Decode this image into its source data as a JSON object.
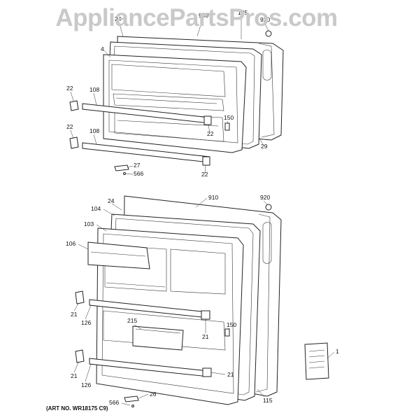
{
  "watermark": "AppliancePartsPros.com",
  "art_no": "(ART NO. WR18175 C9)",
  "callouts": {
    "top": {
      "c900": "900",
      "c125": "125",
      "c920": "920",
      "c24": "24",
      "c4": "4",
      "c22a": "22",
      "c108a": "108",
      "c22b": "22",
      "c108b": "108",
      "c150": "150",
      "c22c": "22",
      "c29": "29",
      "c27": "27",
      "c566": "566",
      "c22d": "22"
    },
    "bottom": {
      "c910": "910",
      "c920": "920",
      "c24": "24",
      "c104": "104",
      "c103": "103",
      "c106": "106",
      "c21a": "21",
      "c126a": "126",
      "c215": "215",
      "c150": "150",
      "c21b": "21",
      "c21c": "21",
      "c126b": "126",
      "c21d": "21",
      "c1": "1",
      "c115": "115",
      "c26": "26",
      "c566": "566"
    }
  }
}
